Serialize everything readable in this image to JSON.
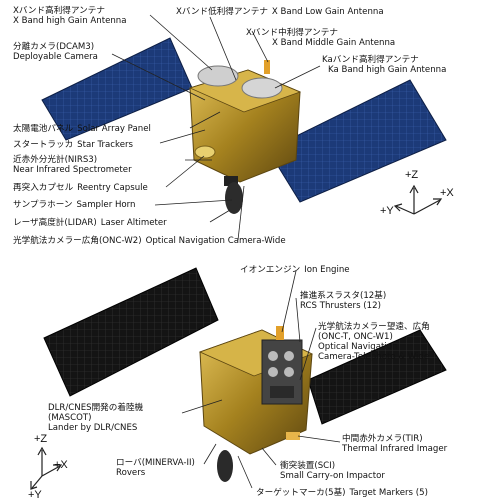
{
  "top": {
    "labels": {
      "x_high_gain": {
        "jp": "Xバンド高利得アンテナ",
        "en": "X Band high Gain Antenna"
      },
      "x_low_gain": {
        "jp": "Xバンド低利得アンテナ",
        "en": "X Band Low Gain Antenna"
      },
      "x_mid_gain": {
        "jp": "Xバンド中利得アンテナ",
        "en": "X Band Middle Gain Antenna"
      },
      "ka_high_gain": {
        "jp": "Kaバンド高利得アンテナ",
        "en": "Ka Band high Gain Antenna"
      },
      "dcam3": {
        "jp": "分離カメラ(DCAM3)",
        "en": "Deployable Camera"
      },
      "solar": {
        "jp": "太陽電池パネル",
        "en": "Solar Array Panel"
      },
      "star": {
        "jp": "スタートラッカ",
        "en": "Star Trackers"
      },
      "nirs3": {
        "jp": "近赤外分光計(NIRS3)",
        "en": "Near Infrared Spectrometer"
      },
      "capsule": {
        "jp": "再突入カプセル",
        "en": "Reentry Capsule"
      },
      "sampler": {
        "jp": "サンプラホーン",
        "en": "Sampler Horn"
      },
      "lidar": {
        "jp": "レーザ高度計(LIDAR)",
        "en": "Laser Altimeter"
      },
      "oncw2": {
        "jp": "光学航法カメラー広角(ONC-W2)",
        "en": "Optical Navigation Camera-Wide"
      }
    },
    "axes": {
      "z": "+Z",
      "x": "+X",
      "y": "+Y"
    }
  },
  "bottom": {
    "labels": {
      "ion": {
        "jp": "イオンエンジン",
        "en": "Ion Engine"
      },
      "rcs": {
        "jp": "推進系スラスタ(12基)",
        "en": "RCS Thrusters (12)"
      },
      "onc": {
        "jp": "光学航法カメラー望遠、広角",
        "jp2": "(ONC-T, ONC-W1)",
        "en": "Optical Navigation",
        "en2": "Camera-Telephoto & Wide"
      },
      "mascot": {
        "jp": "DLR/CNES開発の着陸機",
        "jp2": "(MASCOT)",
        "en": "Lander by DLR/CNES"
      },
      "tir": {
        "jp": "中間赤外カメラ(TIR)",
        "en": "Thermal Infrared Imager"
      },
      "minerva": {
        "jp": "ローバ(MINERVA-II)",
        "en": "Rovers"
      },
      "sci": {
        "jp": "衝突装置(SCI)",
        "en": "Small Carry-on Impactor"
      },
      "markers": {
        "jp": "ターゲットマーカ(5基)",
        "en": "Target Markers (5)"
      }
    },
    "axes": {
      "z": "+Z",
      "x": "+X",
      "y": "+Y"
    }
  },
  "colors": {
    "panel": "#1c3a78",
    "panel_grid": "#3d63b0",
    "gold": "#b8962e",
    "gold_dark": "#6e5516",
    "dish": "#c8c8c8",
    "black_panel": "#151515"
  }
}
